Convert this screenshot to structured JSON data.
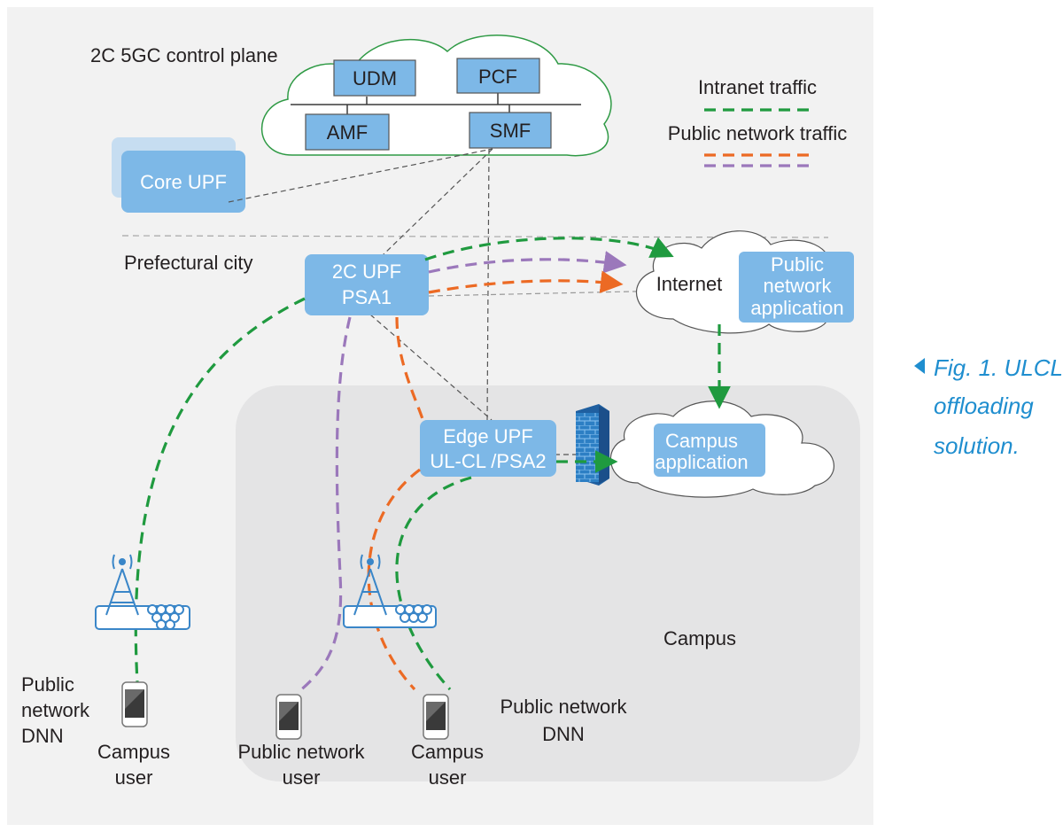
{
  "control_plane": {
    "title": "2C 5GC control plane",
    "nodes": {
      "udm": "UDM",
      "pcf": "PCF",
      "amf": "AMF",
      "smf": "SMF"
    }
  },
  "core_upf": "Core UPF",
  "prefectural_city": "Prefectural city",
  "upf_2c": {
    "line1": "2C UPF",
    "line2": "PSA1"
  },
  "internet": "Internet",
  "public_app": {
    "line1": "Public",
    "line2": "network",
    "line3": "application"
  },
  "edge_upf": {
    "line1": "Edge UPF",
    "line2": "UL-CL /PSA2"
  },
  "campus_app": {
    "line1": "Campus",
    "line2": "application"
  },
  "campus_label": "Campus",
  "legend": {
    "intranet": "Intranet traffic",
    "public": "Public network traffic",
    "colors": {
      "intranet": "#1f9a3f",
      "public_orange": "#ec6a24",
      "public_purple": "#9b78bb"
    }
  },
  "left_dnn": {
    "line1": "Public",
    "line2": "network",
    "line3": "DNN"
  },
  "inner_dnn": {
    "line1": "Public network",
    "line2": "DNN"
  },
  "users": {
    "campus_user_left": {
      "line1": "Campus",
      "line2": "user"
    },
    "public_user": {
      "line1": "Public network",
      "line2": "user"
    },
    "campus_user_right": {
      "line1": "Campus",
      "line2": "user"
    }
  },
  "caption": {
    "line1": "Fig. 1. ULCL",
    "line2": "offloading",
    "line3": "solution."
  },
  "icons": [
    "base-station-icon",
    "phone-icon",
    "firewall-icon",
    "cloud-icon"
  ]
}
